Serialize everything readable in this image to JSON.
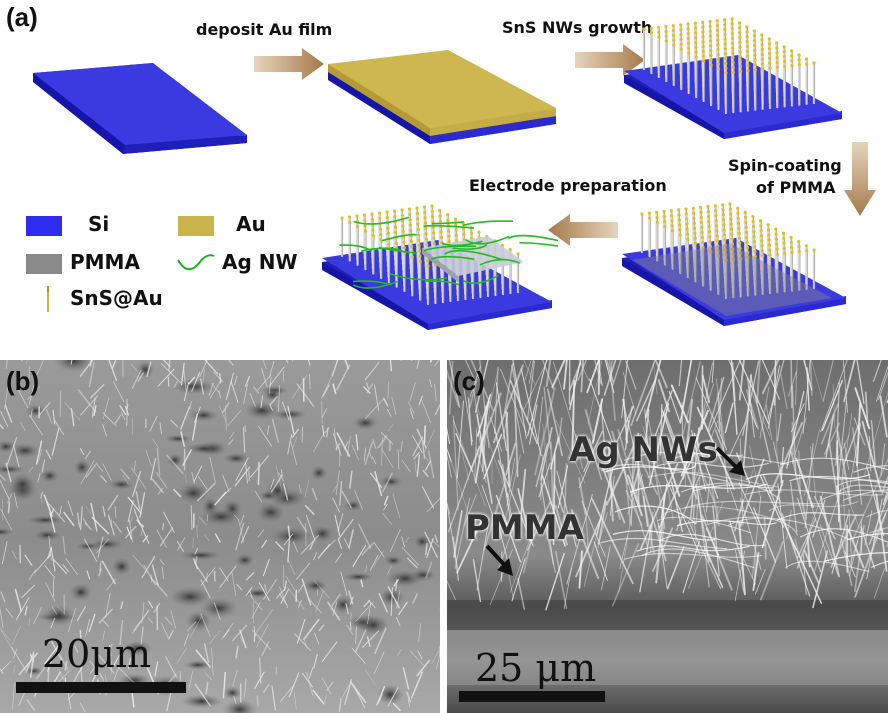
{
  "panel_a": {
    "label": "(a)",
    "steps": {
      "deposit": "deposit Au film",
      "growth": "SnS NWs growth",
      "spin_line1": "Spin-coating",
      "spin_line2": "of PMMA",
      "electrode": "Electrode preparation"
    },
    "legend": {
      "si": "Si",
      "au": "Au",
      "pmma": "PMMA",
      "agnw": "Ag NW",
      "snsau": "SnS@Au"
    },
    "colors": {
      "si": "#2d2df0",
      "au": "#c8b44a",
      "pmma": "#8a8a8a",
      "agnw": "#22aa22",
      "arrow": "#b8926a"
    }
  },
  "panel_b": {
    "label": "(b)",
    "scale": "20μm"
  },
  "panel_c": {
    "label": "(c)",
    "scale": "25 μm",
    "annot_ag": "Ag NWs",
    "annot_pmma": "PMMA"
  }
}
